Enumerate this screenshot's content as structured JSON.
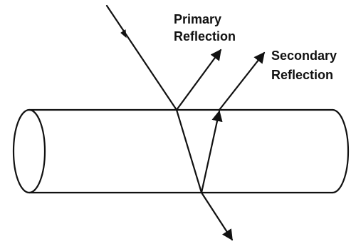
{
  "diagram": {
    "labels": {
      "primary_line1": "Primary",
      "primary_line2": "Reflection",
      "secondary_line1": "Secondary",
      "secondary_line2": "Reflection"
    },
    "colors": {
      "stroke": "#111111",
      "background": "#ffffff"
    }
  }
}
